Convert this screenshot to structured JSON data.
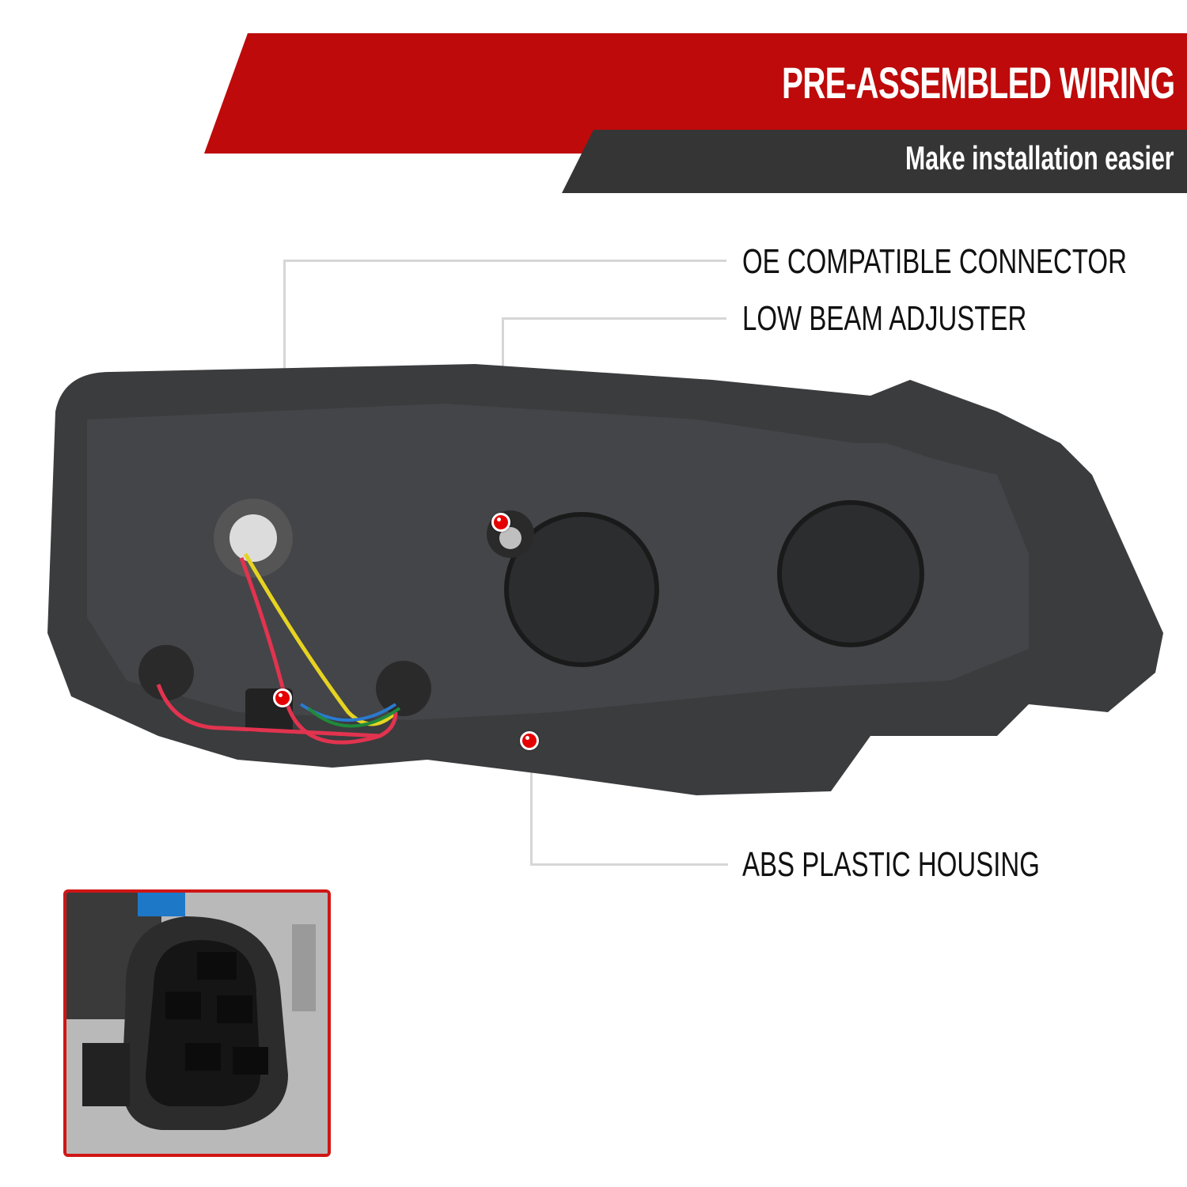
{
  "banner": {
    "title": "PRE-ASSEMBLED WIRING",
    "subtitle": "Make installation easier",
    "colors": {
      "primary": "#be0a0a",
      "secondary": "#353535",
      "text": "#ffffff"
    }
  },
  "callouts": [
    {
      "label": "OE COMPATIBLE CONNECTOR"
    },
    {
      "label": "LOW BEAM ADJUSTER"
    },
    {
      "label": "ABS PLASTIC HOUSING"
    }
  ],
  "product": {
    "description": "headlight housing rear view with wiring harness"
  },
  "inset": {
    "description": "close-up of 6-pin connector",
    "border_color": "#d01515"
  }
}
